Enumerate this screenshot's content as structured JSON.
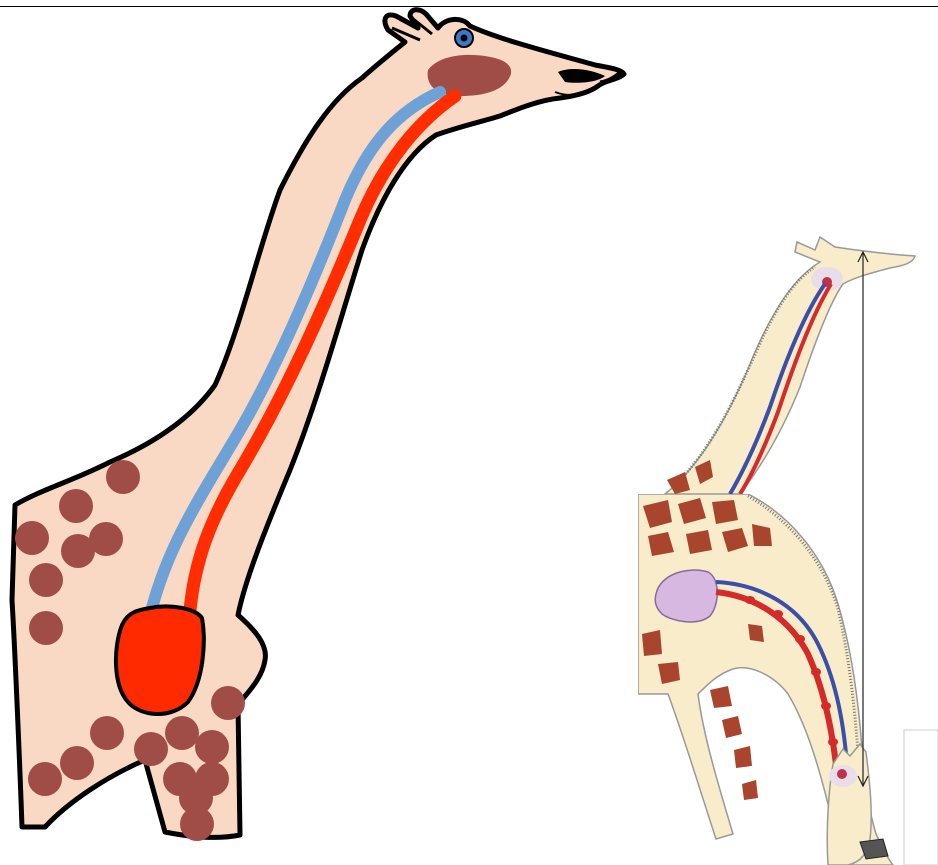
{
  "figure": {
    "main_diagram": {
      "subject": "giraffe-head-and-neck",
      "vessels": [
        "vein",
        "artery"
      ],
      "organs": [
        "heart",
        "brain"
      ]
    },
    "inset_upright": {
      "subject": "giraffe-head-raised",
      "vessels": [
        "vein",
        "artery"
      ]
    },
    "inset_lowered": {
      "subject": "giraffe-head-lowered",
      "vessels": [
        "vein",
        "artery"
      ],
      "organs": [
        "heart"
      ]
    },
    "colors": {
      "skin": "#f9d9c3",
      "spot": "#a14d47",
      "artery": "#ff2d00",
      "vein": "#6ea2d6",
      "heart": "#ff2a00",
      "inset_skin": "#f8eccb",
      "inset_spot": "#a8452c",
      "inset_artery": "#d42a2a",
      "inset_vein": "#3a4fa8",
      "inset_heart": "#d6b8e0",
      "outline": "#000000"
    }
  }
}
